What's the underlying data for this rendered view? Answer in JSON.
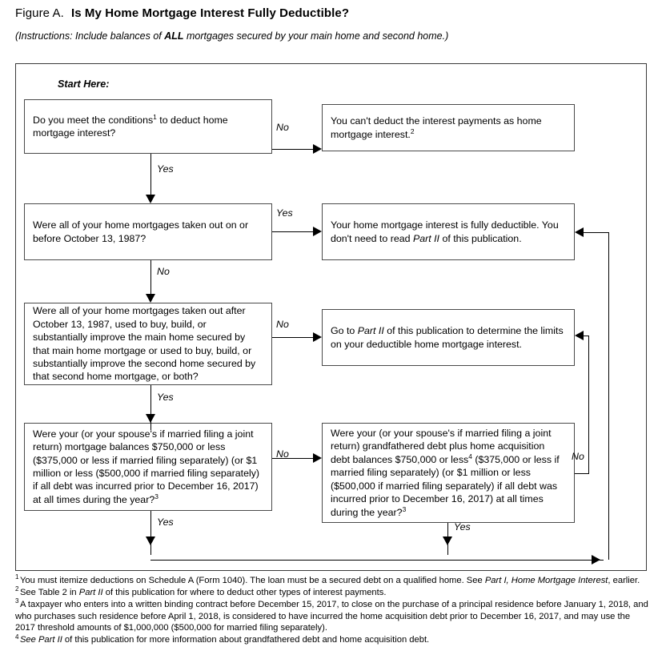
{
  "header": {
    "figure_label": "Figure A.",
    "title": "Is My Home Mortgage Interest Fully Deductible?",
    "instructions_pre": "(Instructions: Include balances of ",
    "instructions_bold": "ALL",
    "instructions_post": " mortgages secured by your main home and second home.)"
  },
  "start_here": "Start Here:",
  "boxes": {
    "q1": {
      "text_a": "Do you meet the conditions",
      "sup_a": "1",
      "text_b": " to deduct home mortgage interest?"
    },
    "r1": {
      "text_a": "You can't deduct the interest payments as home mortgage interest.",
      "sup_a": "2",
      "text_b": ""
    },
    "q2": {
      "text_a": "Were all of your home mortgages taken out on or before October 13, 1987?"
    },
    "r2": {
      "text_a": "Your home mortgage interest is fully deductible. You don't need to read ",
      "italic_a": "Part II",
      "text_b": " of this publication."
    },
    "q3": {
      "text_a": "Were all of your home mortgages taken out after October 13, 1987, used to buy, build, or substantially improve the main home secured by that main home mortgage or used to buy, build, or substantially improve the second home secured by that second home mortgage, or both?"
    },
    "r3": {
      "text_a": "Go to ",
      "italic_a": "Part II",
      "text_b": " of this publication to determine the limits on your deductible home mortgage interest."
    },
    "q4": {
      "text_a": "Were your (or your spouse's if married filing a joint return) mortgage balances $750,000 or less ($375,000 or less if married filing separately) (or $1 million or less ($500,000 if married filing separately) if all debt was incurred prior to December 16, 2017) at all times during the year?",
      "sup_a": "3"
    },
    "r4": {
      "text_a": "Were your (or your spouse's if married filing a joint return) grandfathered debt plus home acquisition debt balances $750,000 or less",
      "sup_a": "4",
      "text_b": " ($375,000 or less if married filing separately) (or $1 million or less ($500,000 if married filing separately) if all debt was incurred prior to December 16, 2017) at all times during the year?",
      "sup_b": "3"
    }
  },
  "labels": {
    "no1": "No",
    "yes1": "Yes",
    "yes2": "Yes",
    "no2": "No",
    "no3": "No",
    "yes3": "Yes",
    "no4": "No",
    "yes4": "Yes",
    "no5": "No",
    "yes5": "Yes"
  },
  "footnotes": [
    {
      "mark": "1",
      "text_a": "You must itemize deductions on Schedule A (Form 1040). The loan must be a secured debt on a qualified home. See ",
      "italic_a": "Part I, Home Mortgage Interest",
      "text_b": ", earlier."
    },
    {
      "mark": "2",
      "text_a": "See Table 2 in ",
      "italic_a": "Part II",
      "text_b": " of this publication for where to deduct other types of interest payments."
    },
    {
      "mark": "3",
      "text_a": "A taxpayer who enters into a written binding contract before December 15, 2017, to close on the purchase of a principal residence before January 1, 2018, and who purchases such residence before April 1, 2018, is considered to have incurred the home acquisition debt prior to December 16, 2017, and may use the 2017 threshold amounts of $1,000,000 ($500,000 for married filing separately).",
      "italic_a": "",
      "text_b": ""
    },
    {
      "mark": "4",
      "text_a": "",
      "italic_a": "See Part II",
      "text_b": " of this publication for more information about grandfathered debt and home acquisition debt."
    }
  ]
}
